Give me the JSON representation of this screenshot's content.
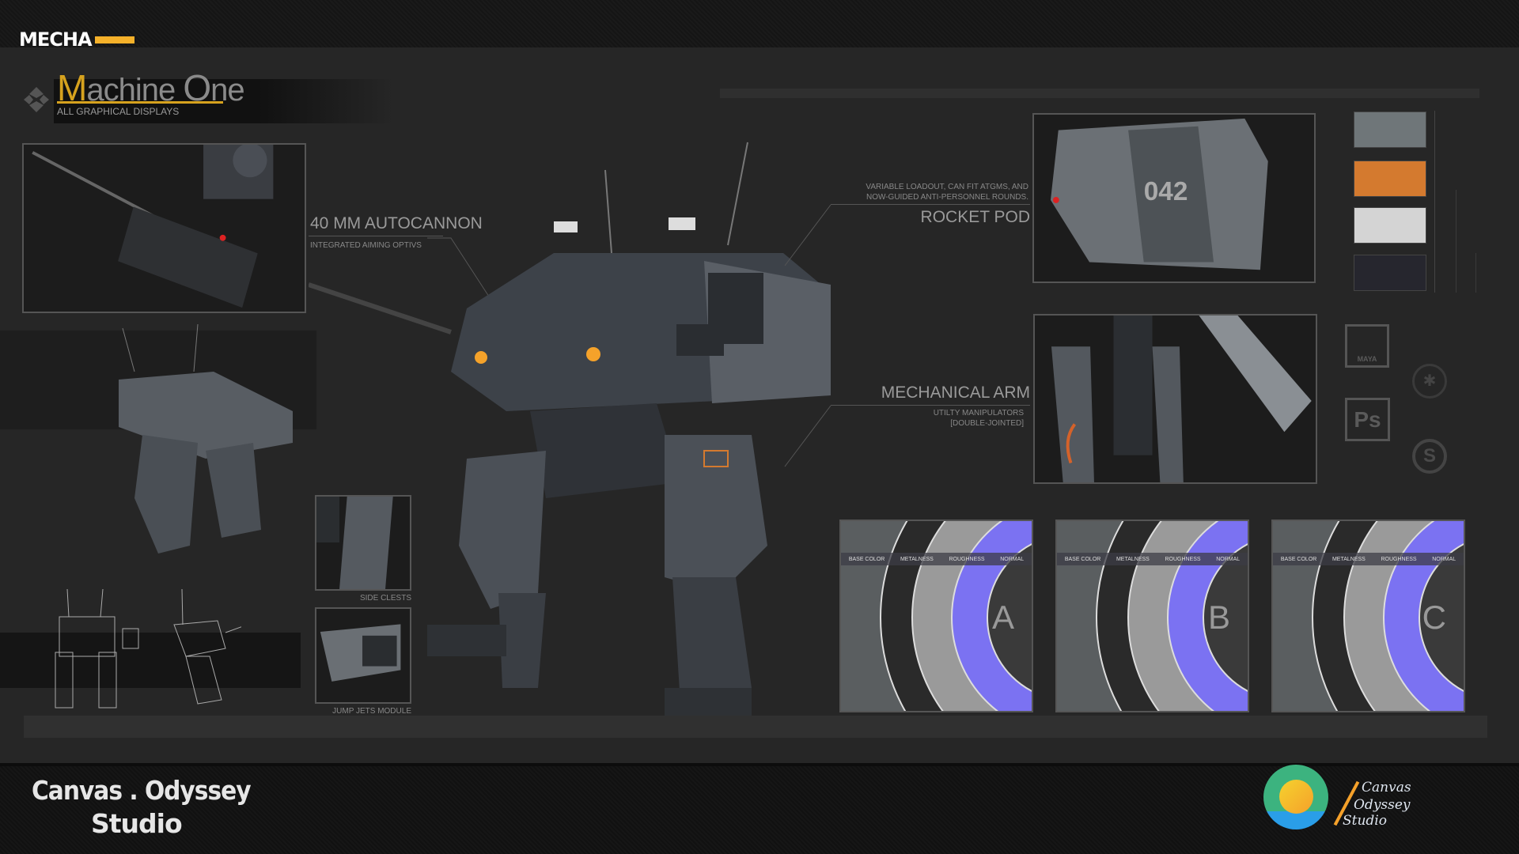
{
  "header": {
    "section": "MECHA",
    "accent": "#f5b12a"
  },
  "title": {
    "first_letter": "M",
    "rest_first": "achine ",
    "second_letter": "O",
    "rest_second": "ne",
    "subtitle": "ALL GRAPHICAL DISPLAYS"
  },
  "callouts": {
    "autocannon": {
      "title": "40 MM AUTOCANNON",
      "sub": "INTEGRATED AIMING OPTIVS"
    },
    "rocket_pod": {
      "title": "ROCKET POD",
      "desc_1": "VARIABLE LOADOUT, CAN FIT ATGMS, AND",
      "desc_2": "NOW-GUIDED ANTI-PERSONNEL ROUNDS."
    },
    "arm": {
      "title": "MECHANICAL ARM",
      "sub_1": "UTILTY MANIPULATORS",
      "sub_2": "[DOUBLE-JOINTED]"
    },
    "side": "SIDE CLESTS",
    "jump": "JUMP JETS MODULE",
    "pod_number": "042"
  },
  "swatches": [
    "#6f7679",
    "#d47a2f",
    "#d4d4d4",
    "#26262e"
  ],
  "tools": {
    "maya": "MAYA",
    "ps": "Ps"
  },
  "textures": {
    "channels": [
      "BASE COLOR",
      "METALNESS",
      "ROUGHNESS",
      "NORMAL"
    ],
    "sets": [
      "A",
      "B",
      "C"
    ]
  },
  "footer": {
    "studio_line1": "Canvas . Odyssey",
    "studio_line2": "Studio",
    "logo_1": "Canvas",
    "logo_2": "Odyssey",
    "logo_3": "Studio"
  }
}
